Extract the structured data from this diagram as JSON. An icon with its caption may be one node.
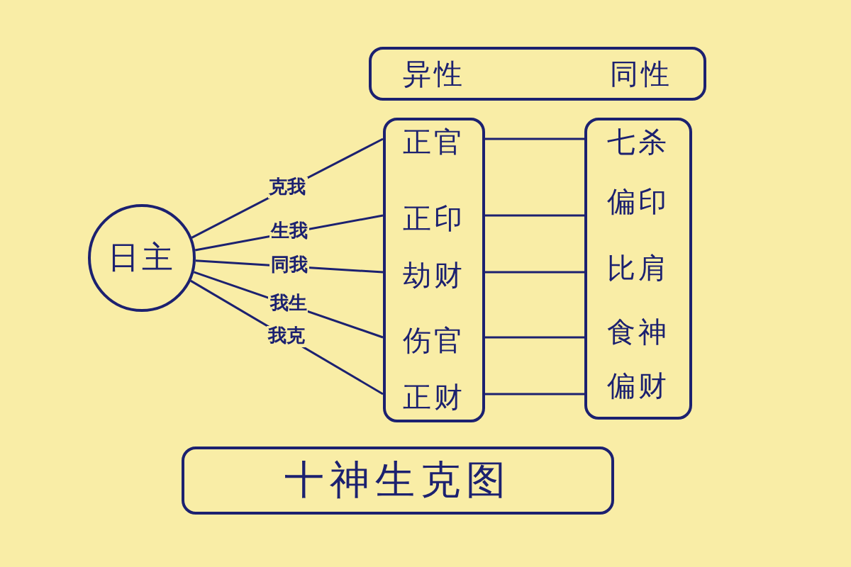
{
  "diagram": {
    "title": "十神生克图",
    "nodes": [
      {
        "text": [
          "异性",
          "同性"
        ]
      },
      {
        "text": [
          "日主"
        ]
      },
      {
        "text": [],
        "shape": "box"
      },
      {
        "text": [
          "正官"
        ],
        "in": 2
      },
      {
        "text": [
          "正印"
        ],
        "in": 2
      },
      {
        "text": [
          "劫财"
        ],
        "in": 2
      },
      {
        "text": [
          "伤官"
        ],
        "in": 2
      },
      {
        "text": [
          "正财"
        ],
        "in": 2
      },
      {
        "text": [],
        "shape": "box"
      },
      {
        "text": [
          "七杀"
        ],
        "in": 8
      },
      {
        "text": [
          "偏印"
        ],
        "in": 8
      },
      {
        "text": [
          "比肩"
        ],
        "in": 8
      },
      {
        "text": [
          "食神"
        ],
        "in": 8
      },
      {
        "text": [
          "偏财"
        ],
        "in": 8
      }
    ],
    "edges": [
      {
        "from": 1,
        "to": 3,
        "arrow": "none",
        "label": "克我"
      },
      {
        "from": 1,
        "to": 4,
        "arrow": "none",
        "label": "生我"
      },
      {
        "from": 1,
        "to": 5,
        "arrow": "none",
        "label": "同我"
      },
      {
        "from": 1,
        "to": 6,
        "arrow": "none",
        "label": "我生"
      },
      {
        "from": 1,
        "to": 7,
        "arrow": "none",
        "label": "我克"
      },
      {
        "from": 3,
        "to": 9,
        "arrow": "none"
      },
      {
        "from": 4,
        "to": 10,
        "arrow": "none"
      },
      {
        "from": 5,
        "to": 11,
        "arrow": "none"
      },
      {
        "from": 6,
        "to": 12,
        "arrow": "none"
      },
      {
        "from": 7,
        "to": 13,
        "arrow": "none"
      }
    ]
  }
}
